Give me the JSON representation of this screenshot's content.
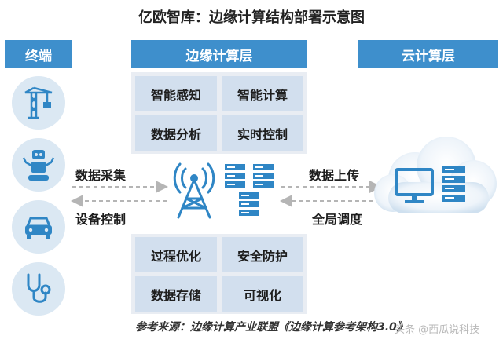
{
  "title": "亿欧智库：边缘计算结构部署示意图",
  "headers": {
    "terminal": "终端",
    "edge": "边缘计算层",
    "cloud": "云计算层"
  },
  "edge_functions": {
    "top": [
      "智能感知",
      "智能计算",
      "数据分析",
      "实时控制"
    ],
    "bottom": [
      "过程优化",
      "安全防护",
      "数据存储",
      "可视化"
    ]
  },
  "flows": {
    "collect": "数据采集",
    "control": "设备控制",
    "upload": "数据上传",
    "schedule": "全局调度"
  },
  "terminal_icons": [
    "crane-icon",
    "robot-icon",
    "car-icon",
    "stethoscope-icon"
  ],
  "source": "参考来源：边缘计算产业联盟《边缘计算参考架构3.0》",
  "watermark": "头条 @西瓜说科技",
  "colors": {
    "header": "#3e8fcc",
    "cell": "#d2dfee",
    "panel": "#e9edf3",
    "icon": "#2f86c5",
    "circle": "#dbe8f3",
    "arrow": "#b5b5b5"
  }
}
